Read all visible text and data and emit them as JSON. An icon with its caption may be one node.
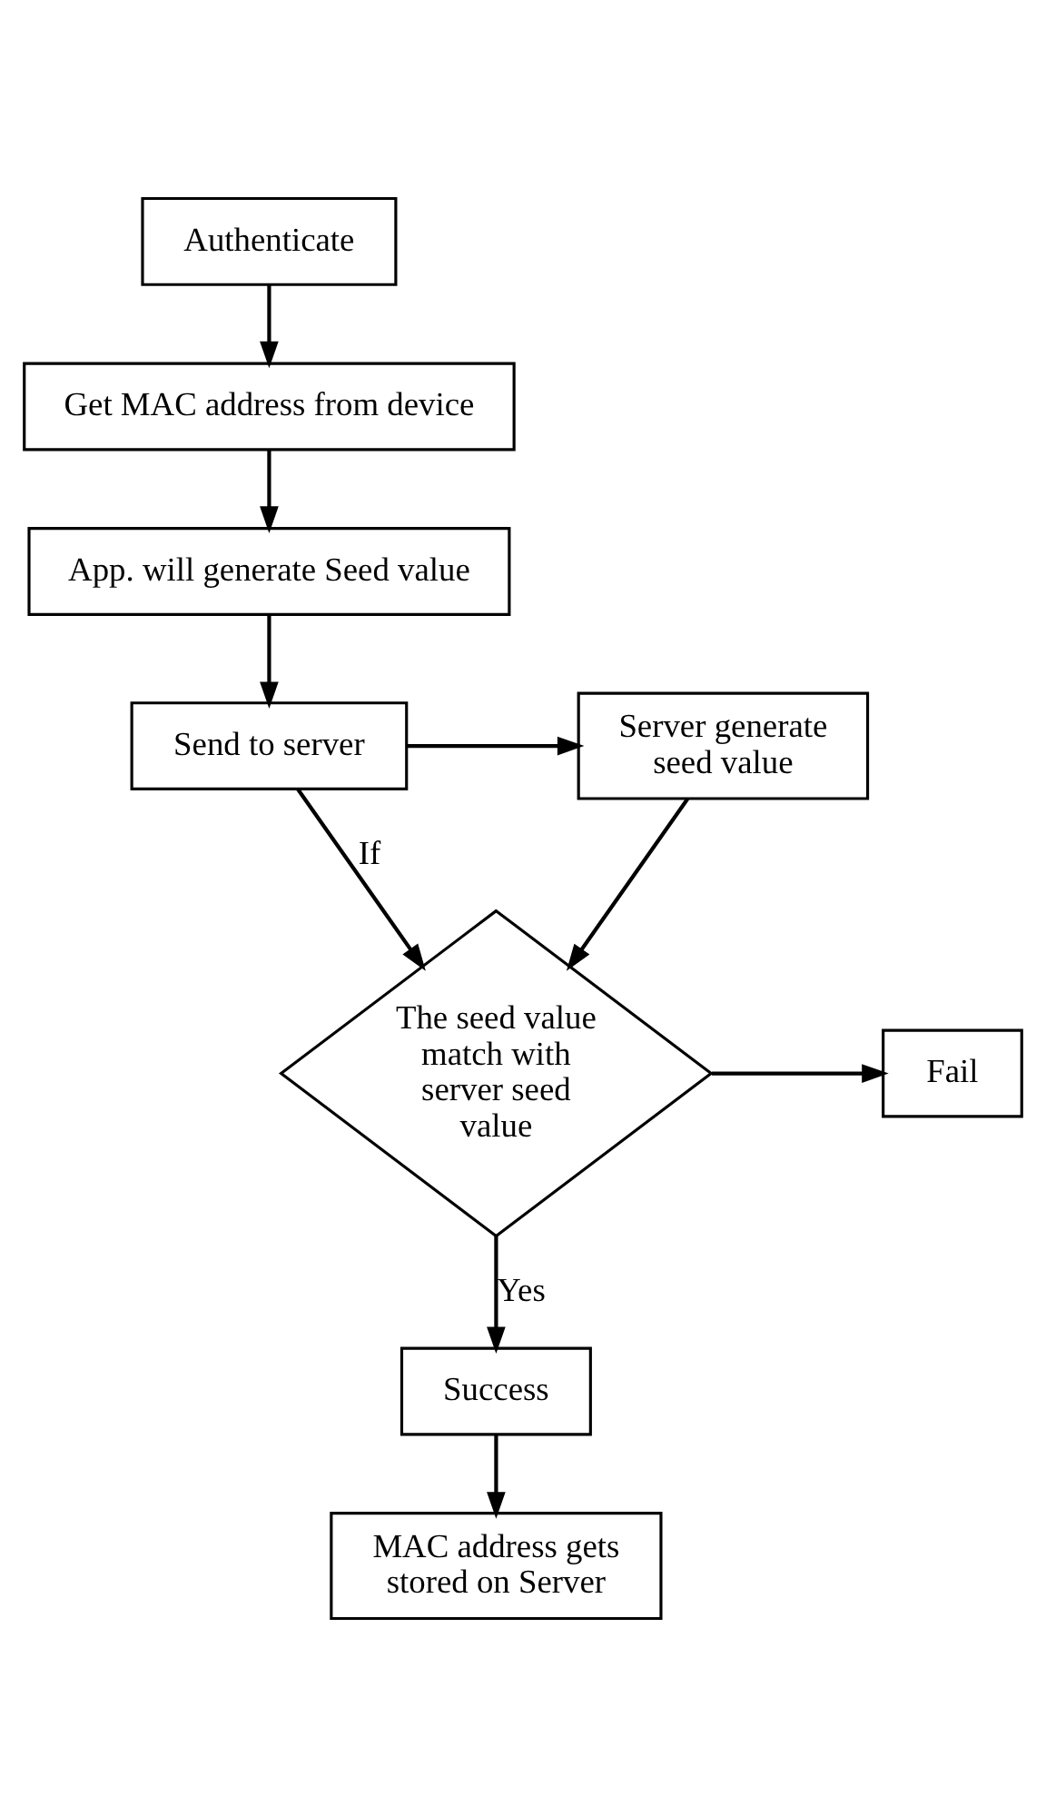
{
  "diagram": {
    "nodes": [
      {
        "text": [
          "Authenticate"
        ]
      },
      {
        "text": [
          "Get MAC address from device"
        ]
      },
      {
        "text": [
          "App. will generate Seed value"
        ]
      },
      {
        "text": [
          "Send to server"
        ]
      },
      {
        "text": [
          "Server generate seed value"
        ]
      },
      {
        "text": [
          "The seed value match with server seed value"
        ]
      },
      {
        "text": [
          "Fail"
        ]
      },
      {
        "text": [
          "Success"
        ]
      },
      {
        "text": [
          "MAC address gets stored on Server"
        ]
      }
    ],
    "edges": [
      {
        "from": 0,
        "to": 1,
        "arrow": "to"
      },
      {
        "from": 1,
        "to": 2,
        "arrow": "to"
      },
      {
        "from": 2,
        "to": 3,
        "arrow": "to"
      },
      {
        "from": 3,
        "to": 4,
        "arrow": "to"
      },
      {
        "from": 3,
        "to": 5,
        "arrow": "to",
        "label": "If"
      },
      {
        "from": 4,
        "to": 5,
        "arrow": "to"
      },
      {
        "from": 5,
        "to": 6,
        "arrow": "to"
      },
      {
        "from": 5,
        "to": 7,
        "arrow": "to",
        "label": "Yes"
      },
      {
        "from": 7,
        "to": 8,
        "arrow": "to"
      }
    ]
  }
}
